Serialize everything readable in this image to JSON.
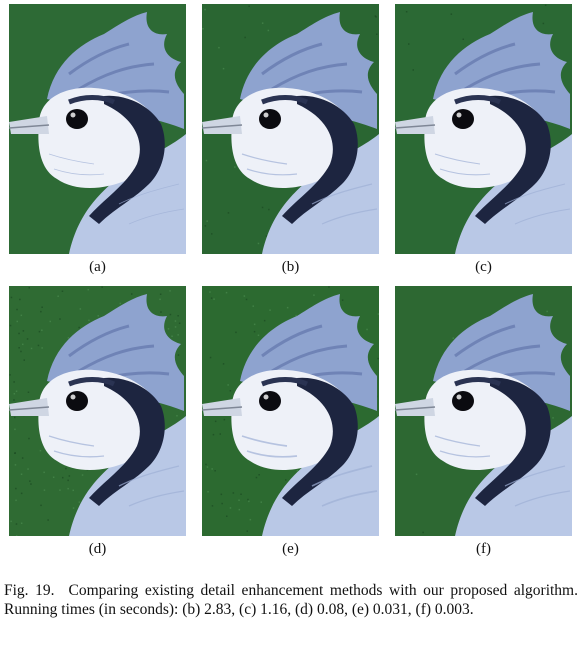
{
  "panels": [
    {
      "label": "(a)",
      "variant": "original",
      "bg": "#2d6a35",
      "grain": 0.0,
      "sharp": 0.2
    },
    {
      "label": "(b)",
      "variant": "method-b",
      "bg": "#2a6632",
      "grain": 0.25,
      "sharp": 0.5
    },
    {
      "label": "(c)",
      "variant": "method-c",
      "bg": "#2b6934",
      "grain": 0.1,
      "sharp": 0.4
    },
    {
      "label": "(d)",
      "variant": "method-d",
      "bg": "#2f6b33",
      "grain": 0.8,
      "sharp": 0.6
    },
    {
      "label": "(e)",
      "variant": "method-e",
      "bg": "#2c6a30",
      "grain": 0.55,
      "sharp": 0.9
    },
    {
      "label": "(f)",
      "variant": "ours",
      "bg": "#2d6832",
      "grain": 0.05,
      "sharp": 0.55
    }
  ],
  "caption": {
    "fig_number": "Fig. 19.",
    "text": "Comparing existing detail enhancement methods with our proposed algorithm. Running times (in seconds): (b) 2.83, (c) 1.16, (d) 0.08, (e) 0.031, (f) 0.003."
  }
}
